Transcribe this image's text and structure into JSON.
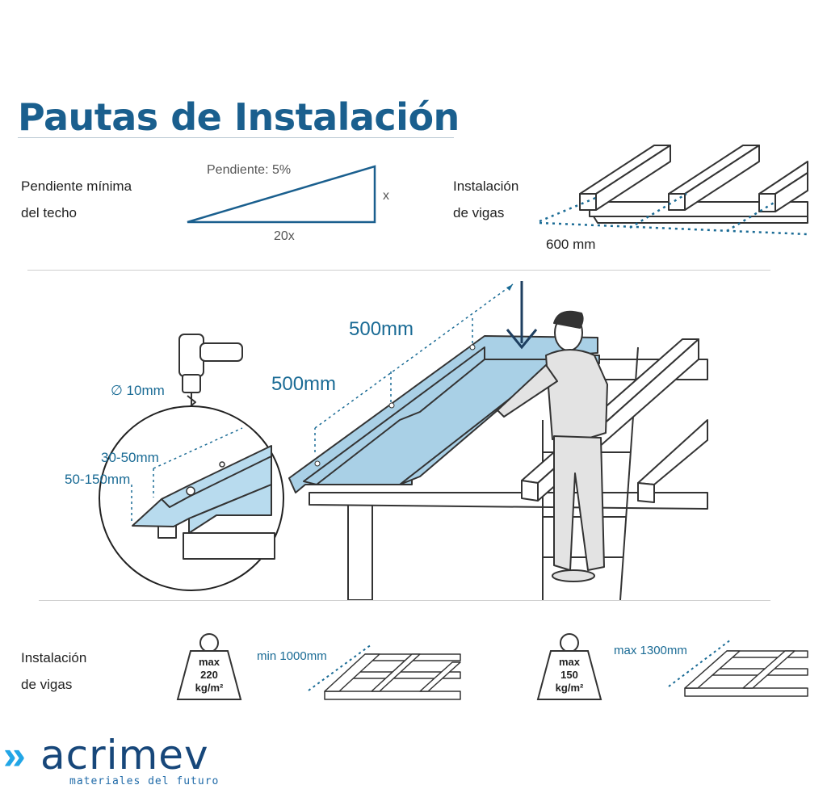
{
  "title": "Pautas de Instalación",
  "slope": {
    "label_line1": "Pendiente mínima",
    "label_line2": "del techo",
    "pendiente": "Pendiente: 5%",
    "rise": "x",
    "run": "20x"
  },
  "beams_top": {
    "label_line1": "Instalación",
    "label_line2": "de vigas",
    "spacing": "600 mm"
  },
  "main": {
    "drill_diameter": "∅ 10mm",
    "range_a": "30-50mm",
    "range_b": "50-150mm",
    "dist_a": "500mm",
    "dist_b": "500mm"
  },
  "beams_bottom": {
    "label_line1": "Instalación",
    "label_line2": "de vigas",
    "left": {
      "max": "max",
      "load": "220",
      "unit": "kg/m²",
      "span": "min 1000mm"
    },
    "right": {
      "max": "max",
      "load": "150",
      "unit": "kg/m²",
      "span": "max 1300mm"
    }
  },
  "logo": {
    "name": "acrimev",
    "tagline": "materiales del futuro",
    "chevrons": "»"
  },
  "colors": {
    "brand": "#1a5f8e",
    "panel": "#a9d0e6",
    "dim": "#1a6b95"
  }
}
